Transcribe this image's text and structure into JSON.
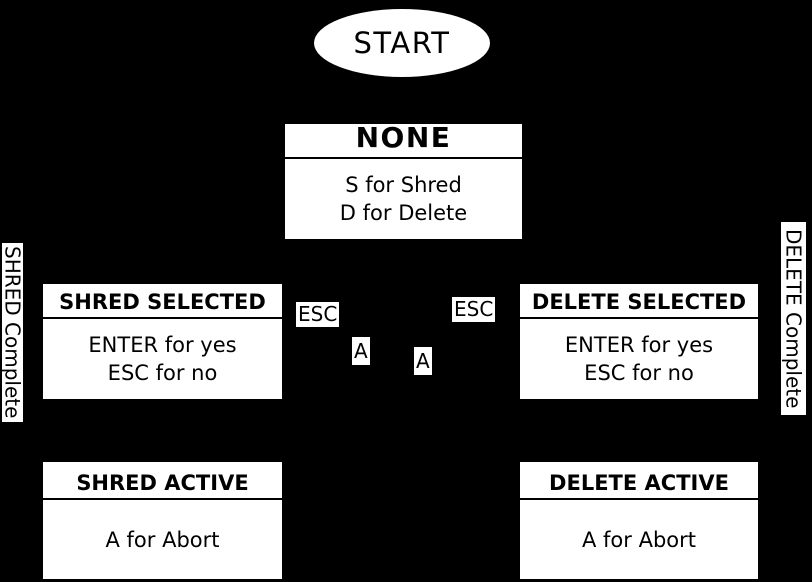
{
  "colors": {
    "background": "#000000",
    "node_fill": "#ffffff",
    "node_text": "#000000"
  },
  "start_node": {
    "label": "START"
  },
  "states": {
    "none": {
      "title": "NONE",
      "line1": "S for Shred",
      "line2": "D for Delete"
    },
    "shred_selected": {
      "title": "SHRED SELECTED",
      "line1": "ENTER for yes",
      "line2": "ESC for no"
    },
    "delete_selected": {
      "title": "DELETE SELECTED",
      "line1": "ENTER for yes",
      "line2": "ESC for no"
    },
    "shred_active": {
      "title": "SHRED ACTIVE",
      "line1": "A for Abort"
    },
    "delete_active": {
      "title": "DELETE ACTIVE",
      "line1": "A for Abort"
    }
  },
  "edge_labels": {
    "esc_from_shred_selected": "ESC",
    "esc_from_delete_selected": "ESC",
    "a_from_shred_active": "A",
    "a_from_delete_active": "A"
  },
  "side_labels": {
    "shred_complete": "SHRED Complete",
    "delete_complete": "DELETE Complete"
  }
}
